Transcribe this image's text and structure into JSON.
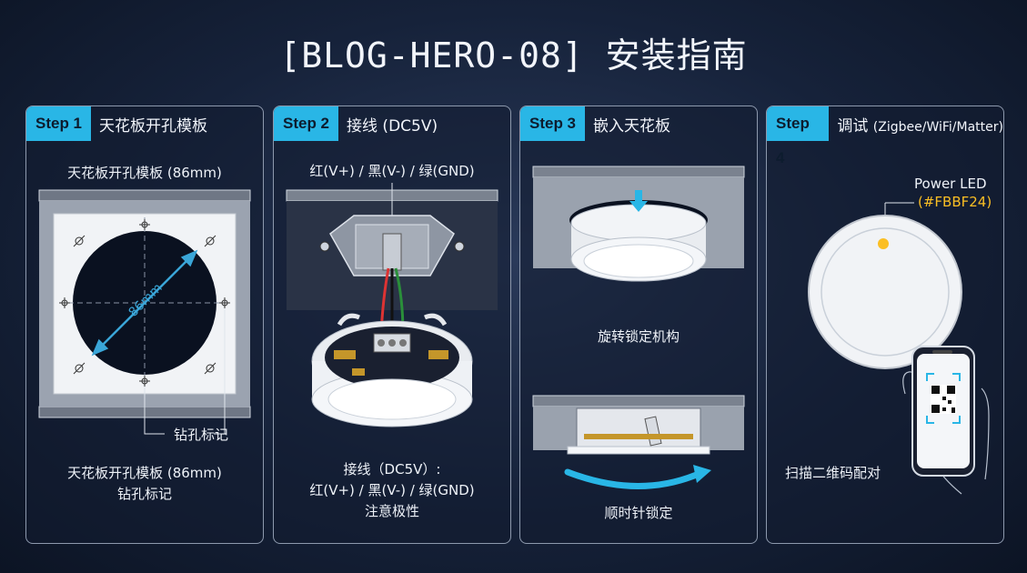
{
  "title": "[BLOG-HERO-08] 安装指南",
  "colors": {
    "accent": "#29b6e6",
    "led": "#FBBF24",
    "panel_border": "#8d99ad"
  },
  "steps": [
    {
      "tag": "Step 1",
      "title": "天花板开孔模板",
      "template_label": "天花板开孔模板 (86mm)",
      "dimension": "86mm",
      "drill_mark": "钻孔标记",
      "caption_line1": "天花板开孔模板 (86mm)",
      "caption_line2": "钻孔标记"
    },
    {
      "tag": "Step 2",
      "title": "接线 (DC5V)",
      "wire_label": "红(V+) / 黑(V-) / 绿(GND)",
      "caption_line1": "接线（DC5V）:",
      "caption_line2": "红(V+) / 黑(V-) / 绿(GND)",
      "caption_line3": "注意极性"
    },
    {
      "tag": "Step 3",
      "title": "嵌入天花板",
      "caption_lock": "旋转锁定机构",
      "caption_clockwise": "顺时针锁定"
    },
    {
      "tag": "Step 4",
      "title_main": "调试",
      "title_sub": "(Zigbee/WiFi/Matter)",
      "led_label": "Power LED",
      "led_color_label": "(#FBBF24)",
      "caption": "扫描二维码配对"
    }
  ]
}
